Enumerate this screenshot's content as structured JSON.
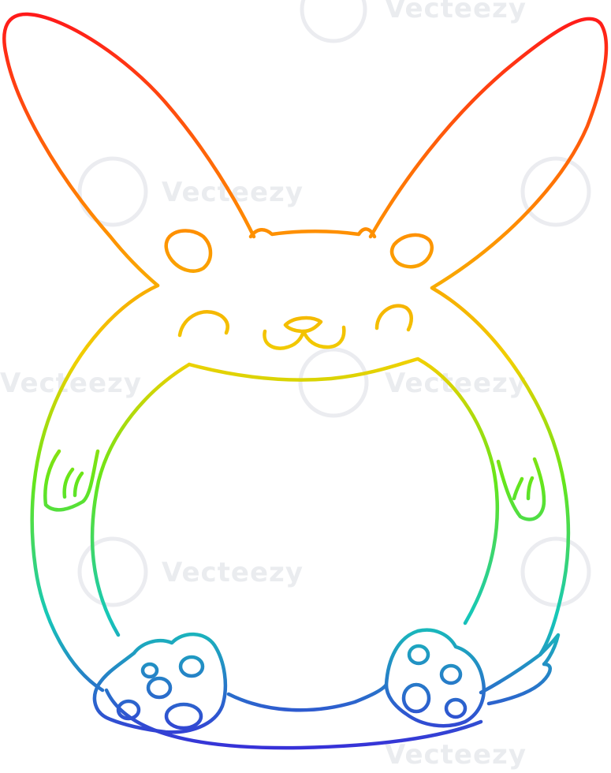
{
  "image": {
    "subject": "rabbit cartoon",
    "style": "rainbow gradient line drawing",
    "stroke_colors": {
      "top": "#ff1a1a",
      "upper": "#ff8c00",
      "middle": "#f0d000",
      "lower_middle": "#66e619",
      "lower": "#16c8b8",
      "bottom": "#3b1ddc"
    },
    "background": "#ffffff"
  },
  "watermark": {
    "text": "Vecteezy",
    "color": "#dadde3"
  }
}
